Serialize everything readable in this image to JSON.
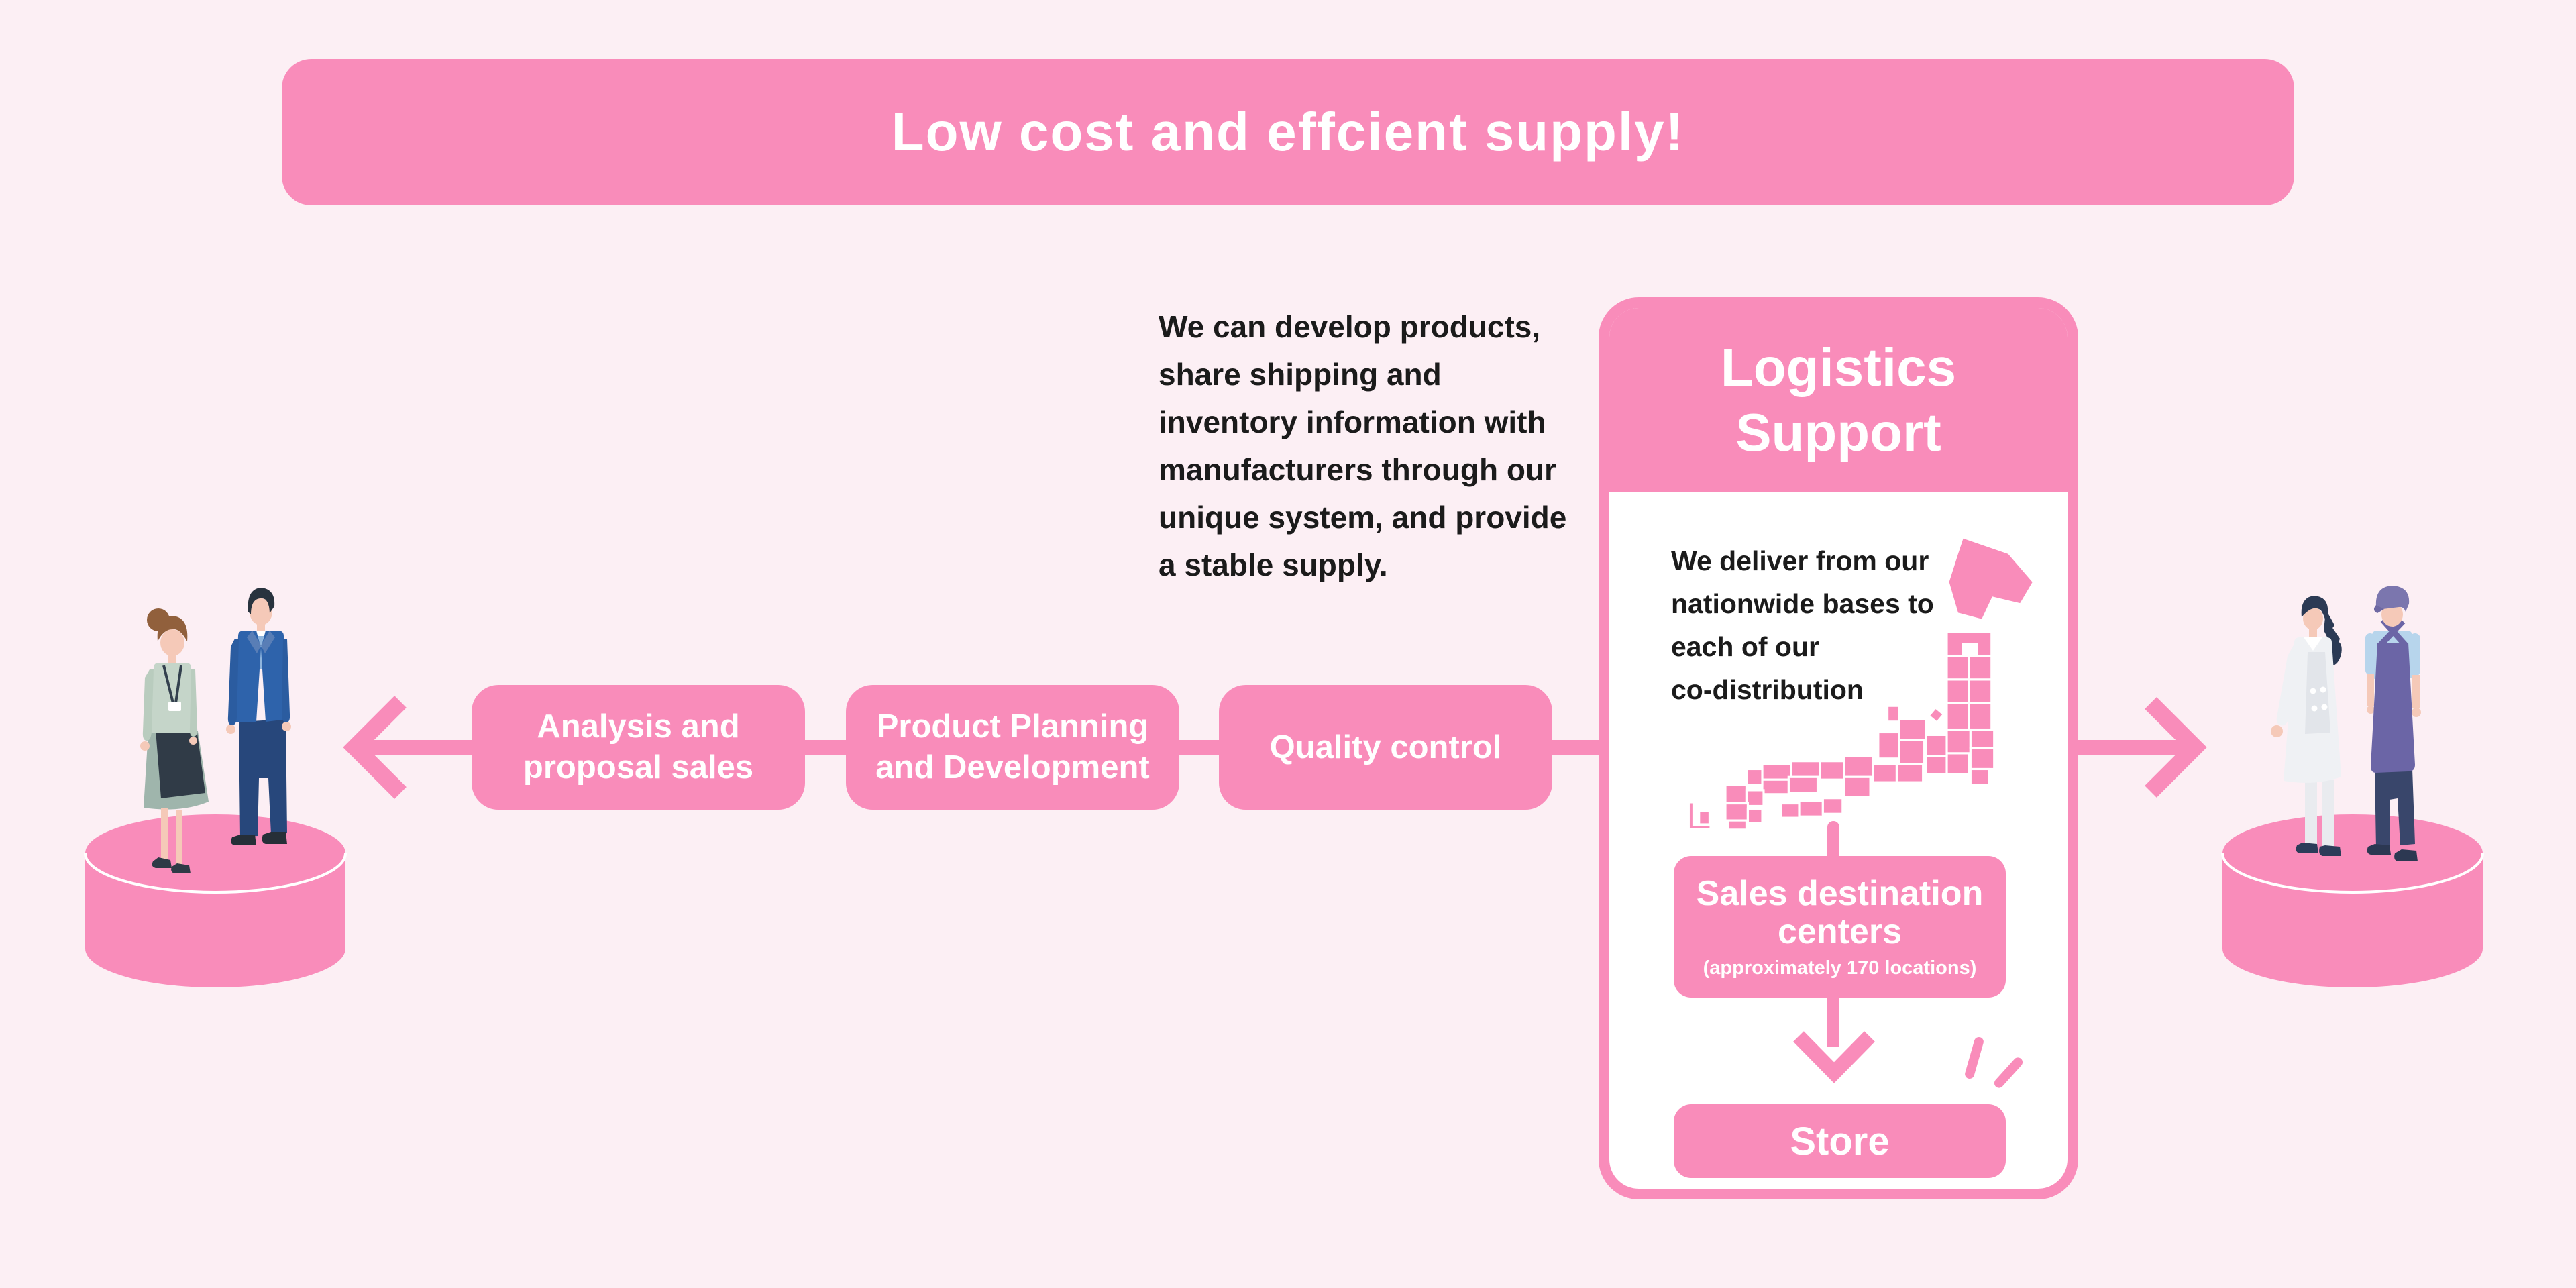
{
  "colors": {
    "background": "#FCEFF4",
    "accent_pink": "#F98CBA",
    "text_dark": "#1B1B1B",
    "text_on_pink": "#FFFFFF"
  },
  "banner": {
    "title": "Low cost and effcient supply!"
  },
  "intro": {
    "lines": [
      "We can develop products,",
      "share shipping and",
      "inventory information with",
      "manufacturers through our",
      "unique system, and provide",
      "a stable supply."
    ]
  },
  "process": {
    "steps": [
      {
        "lines": [
          "Analysis and",
          "proposal sales"
        ]
      },
      {
        "lines": [
          "Product Planning",
          "and Development"
        ]
      },
      {
        "lines": [
          "Quality control"
        ]
      }
    ]
  },
  "logistics": {
    "title_lines": [
      "Logistics",
      "Support"
    ],
    "body_lines": [
      "We deliver from our",
      "nationwide bases to",
      "each of our",
      "co-distribution"
    ],
    "sales_center": {
      "title_lines": [
        "Sales destination",
        "centers"
      ],
      "note": "(approximately 170 locations)"
    },
    "store": {
      "label": "Store"
    }
  },
  "icons": {
    "left_arrow": "chevron-left",
    "right_arrow": "chevron-right",
    "down_arrow": "chevron-down",
    "map": "japan-map",
    "left_figures": "office-staff-pair-on-podium",
    "right_figures": "store-staff-pair-on-podium"
  }
}
